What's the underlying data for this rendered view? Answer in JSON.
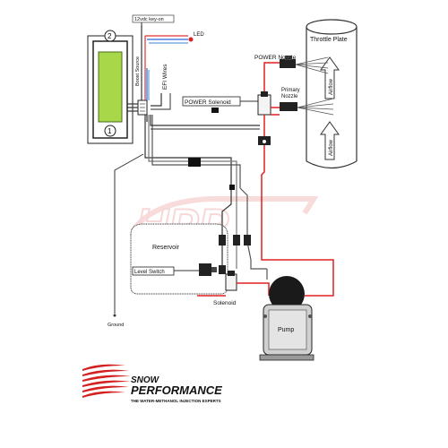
{
  "diagram": {
    "labels": {
      "key_on": "12vdc key-on",
      "led": "LED",
      "boost_source": "Boost Source",
      "efi_wires": "EFI Wires",
      "power_nozzle": "POWER Nozzle",
      "throttle_plate": "Throttle Plate",
      "airflow_top": "Airflow",
      "airflow_bottom": "Airflow",
      "primary_nozzle_1": "Primary",
      "primary_nozzle_2": "Nozzle",
      "power_solenoid": "POWER Solenoid",
      "reservoir": "Reservoir",
      "level_switch": "Level Switch",
      "solenoid": "Solenoid",
      "pump": "Pump",
      "ground": "Ground"
    },
    "controller": {
      "top_number": "2",
      "bottom_number": "1"
    },
    "watermark": "HPP"
  },
  "brand": {
    "name": "SNOW PERFORMANCE",
    "line1": "SNOW",
    "line2": "PERFORMANCE",
    "tagline": "THE WATER-METHANOL INJECTION EXPERTS"
  },
  "colors": {
    "hose_red": "#e02020",
    "wire_dark": "#222222",
    "controller_green": "#a8d84a",
    "brand_red": "#d42020",
    "watermark_red": "#f2b8b8"
  }
}
